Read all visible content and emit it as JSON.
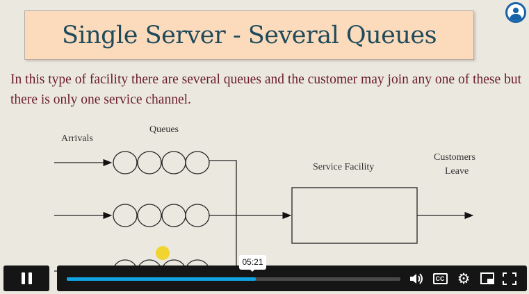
{
  "slide": {
    "title": "Single Server - Several Queues",
    "body": "In this type of facility there are several queues and the customer may join any one of these but there is only one service channel.",
    "labels": {
      "arrivals": "Arrivals",
      "queues": "Queues",
      "service_facility": "Service Facility",
      "customers": "Customers",
      "leave": "Leave"
    }
  },
  "player": {
    "tooltip_time": "05:21",
    "progress": 0.567,
    "icons": [
      "pause-icon",
      "volume-icon",
      "cc-icon",
      "gear-icon",
      "pip-icon",
      "fullscreen-icon"
    ],
    "cc_label": "CC",
    "accent": "#10a4e4"
  }
}
